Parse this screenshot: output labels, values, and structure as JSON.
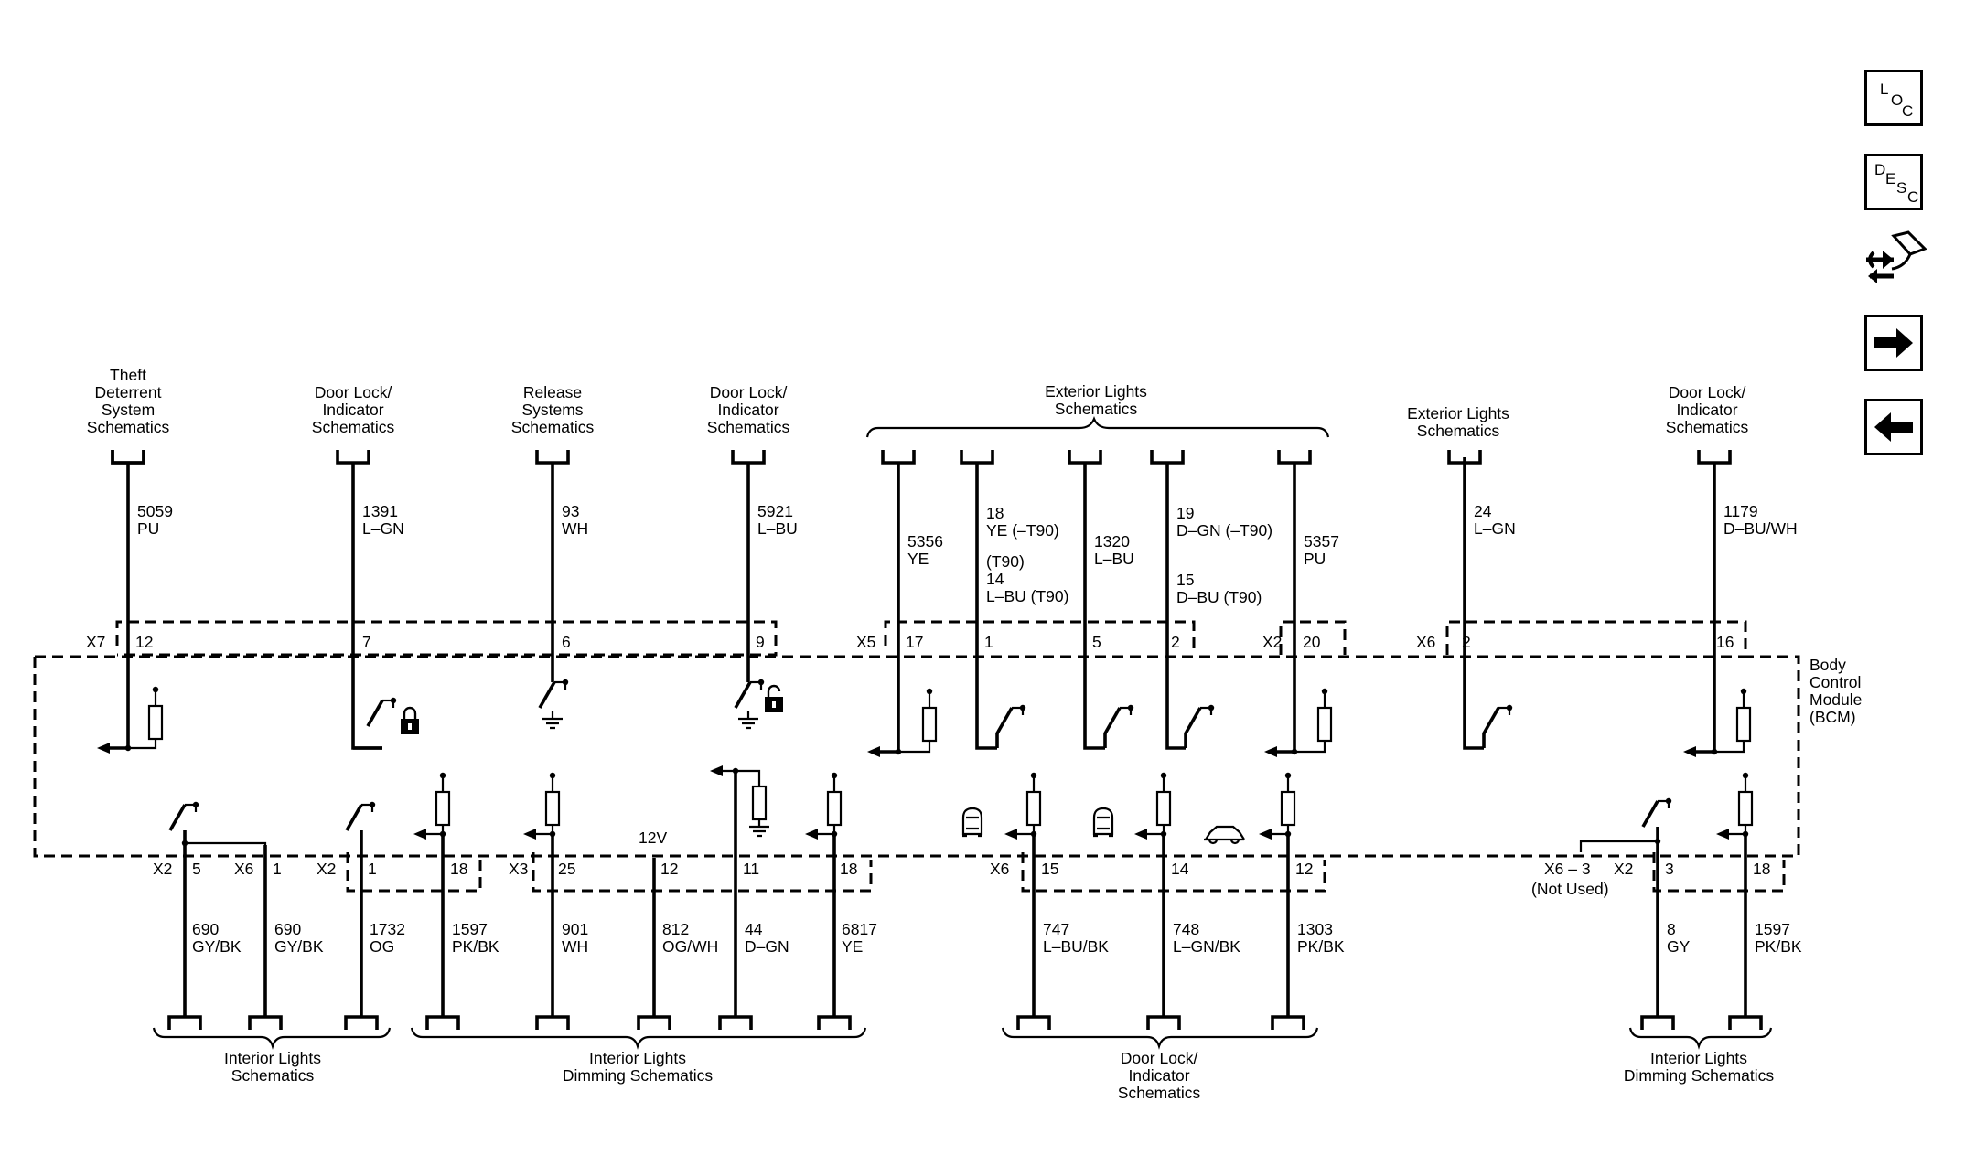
{
  "modules": {
    "bcm": [
      "Body",
      "Control",
      "Module",
      "(BCM)"
    ]
  },
  "nav": {
    "loc": [
      "L",
      "O",
      "C"
    ],
    "desc": [
      "D",
      "E",
      "S",
      "C"
    ]
  },
  "top_labels": {
    "theft": [
      "Theft",
      "Deterrent",
      "System",
      "Schematics"
    ],
    "doorlock1": [
      "Door Lock/",
      "Indicator",
      "Schematics"
    ],
    "release": [
      "Release",
      "Systems",
      "Schematics"
    ],
    "doorlock2": [
      "Door Lock/",
      "Indicator",
      "Schematics"
    ],
    "exterior1": [
      "Exterior Lights",
      "Schematics"
    ],
    "exterior2": [
      "Exterior Lights",
      "Schematics"
    ],
    "doorlock3": [
      "Door Lock/",
      "Indicator",
      "Schematics"
    ]
  },
  "top_wires": {
    "w5059": [
      "5059",
      "PU"
    ],
    "w1391": [
      "1391",
      "L–GN"
    ],
    "w93": [
      "93",
      "WH"
    ],
    "w5921": [
      "5921",
      "L–BU"
    ],
    "w5356": [
      "5356",
      "YE"
    ],
    "w18": [
      "18",
      "YE (–T90)",
      "(T90)",
      "14",
      "L–BU (T90)"
    ],
    "w1320": [
      "1320",
      "L–BU"
    ],
    "w19": [
      "19",
      "D–GN (–T90)",
      "15",
      "D–BU (T90)"
    ],
    "w5357": [
      "5357",
      "PU"
    ],
    "w24": [
      "24",
      "L–GN"
    ],
    "w1179": [
      "1179",
      "D–BU/WH"
    ]
  },
  "top_connectors": {
    "x7": "X7",
    "x5": "X5",
    "x2": "X2",
    "x6": "X6",
    "pins": [
      "12",
      "7",
      "6",
      "9",
      "17",
      "1",
      "5",
      "2",
      "20",
      "2",
      "16"
    ]
  },
  "bottom_connectors": {
    "x2a": "X2",
    "p5": "5",
    "x6a": "X6",
    "p1a": "1",
    "x2b": "X2",
    "p1b": "1",
    "p18a": "18",
    "x3": "X3",
    "p25": "25",
    "p12a": "12",
    "p11": "11",
    "p18b": "18",
    "x6b": "X6",
    "p15": "15",
    "p14": "14",
    "p12b": "12",
    "x6_3": "X6 – 3",
    "not_used": "(Not Used)",
    "x2c": "X2",
    "p3": "3",
    "p18c": "18"
  },
  "voltage": "12V",
  "bottom_wires": {
    "w690a": [
      "690",
      "GY/BK"
    ],
    "w690b": [
      "690",
      "GY/BK"
    ],
    "w1732": [
      "1732",
      "OG"
    ],
    "w1597a": [
      "1597",
      "PK/BK"
    ],
    "w901": [
      "901",
      "WH"
    ],
    "w812": [
      "812",
      "OG/WH"
    ],
    "w44": [
      "44",
      "D–GN"
    ],
    "w6817": [
      "6817",
      "YE"
    ],
    "w747": [
      "747",
      "L–BU/BK"
    ],
    "w748": [
      "748",
      "L–GN/BK"
    ],
    "w1303": [
      "1303",
      "PK/BK"
    ],
    "w8": [
      "8",
      "GY"
    ],
    "w1597b": [
      "1597",
      "PK/BK"
    ]
  },
  "bottom_labels": {
    "interior": [
      "Interior Lights",
      "Schematics"
    ],
    "dimming1": [
      "Interior Lights",
      "Dimming Schematics"
    ],
    "doorlock": [
      "Door Lock/",
      "Indicator",
      "Schematics"
    ],
    "dimming2": [
      "Interior Lights",
      "Dimming Schematics"
    ]
  }
}
